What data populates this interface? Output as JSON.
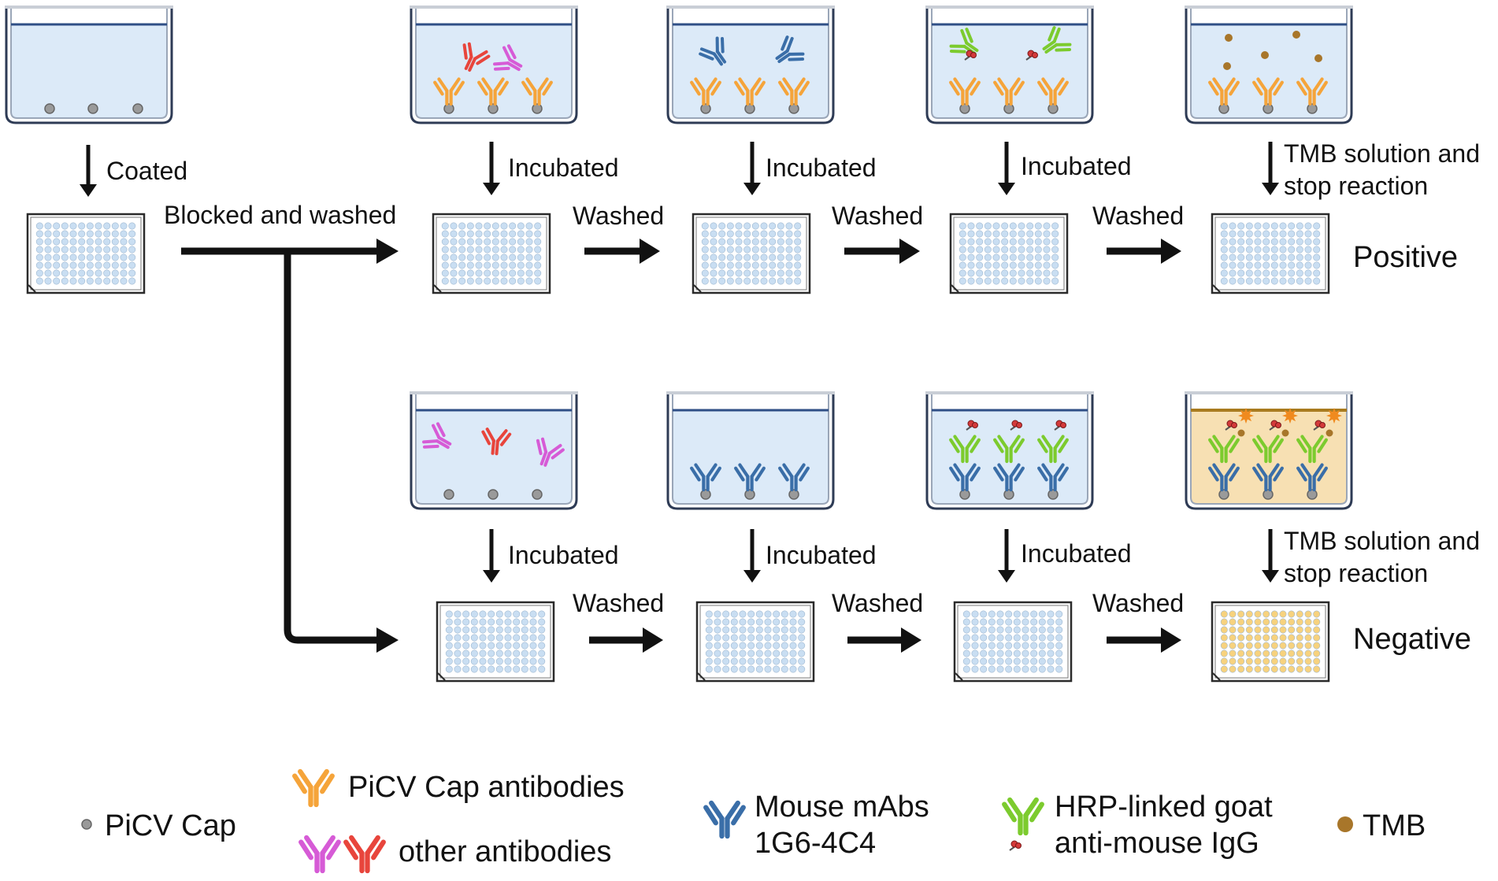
{
  "steps": {
    "coated": "Coated",
    "blocked_washed": "Blocked and washed",
    "incubated": "Incubated",
    "washed": "Washed",
    "tmb_line1": "TMB solution and",
    "tmb_line2": "stop reaction"
  },
  "results": {
    "positive": "Positive",
    "negative": "Negative"
  },
  "legend": {
    "picv_cap": "PiCV Cap",
    "picv_cap_antibodies": "PiCV Cap antibodies",
    "other_antibodies": "other antibodies",
    "mouse_mabs_line1": "Mouse mAbs",
    "mouse_mabs_line2": "1G6-4C4",
    "hrp_line1": "HRP-linked goat",
    "hrp_line2": "anti-mouse IgG",
    "tmb": "TMB"
  },
  "colors": {
    "picv_cap_antibody": "#F5A43A",
    "other_antibody_red": "#E8453C",
    "other_antibody_magenta": "#D65BD6",
    "mouse_mab": "#3A6EA8",
    "hrp_antibody": "#7CCB2E",
    "hrp_enzyme": "#D43A3A",
    "tmb_dot": "#A8762A",
    "picv_cap_dot": "#9A9A9A",
    "well_liquid": "#DCEAF8",
    "positive_well_color": "#F7E0B3",
    "plate_well_blue": "#C9DEF2",
    "plate_well_yellow": "#F7D27E"
  }
}
